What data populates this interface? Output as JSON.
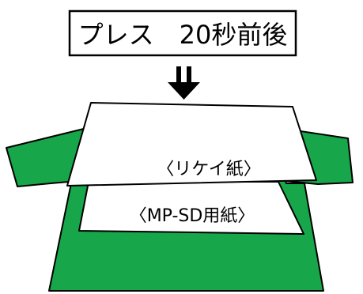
{
  "header": {
    "text": "プレス　20秒前後"
  },
  "arrow": {
    "icon": "double-down-arrow-icon"
  },
  "papers": {
    "top_label": "〈リケイ紙〉",
    "bottom_label": "〈MP-SD用紙〉"
  },
  "colors": {
    "shirt": "#17a64a",
    "outline": "#000000",
    "paper": "#ffffff",
    "background": "#ffffff"
  }
}
